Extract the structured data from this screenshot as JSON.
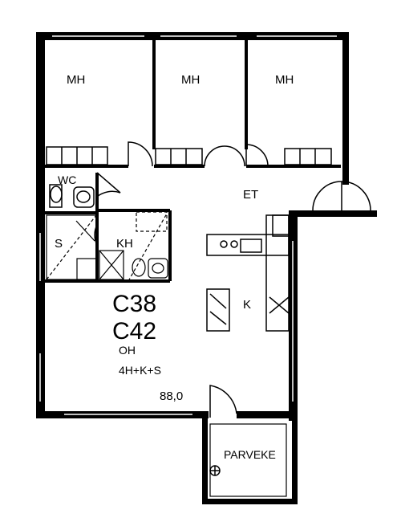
{
  "rooms": {
    "mh1": "MH",
    "mh2": "MH",
    "mh3": "MH",
    "wc": "WC",
    "et": "ET",
    "s": "S",
    "kh": "KH",
    "k": "K",
    "parveke": "PARVEKE"
  },
  "apartment": {
    "code1": "C38",
    "code2": "C42",
    "oh": "OH",
    "type": "4H+K+S",
    "area": "88,0"
  }
}
